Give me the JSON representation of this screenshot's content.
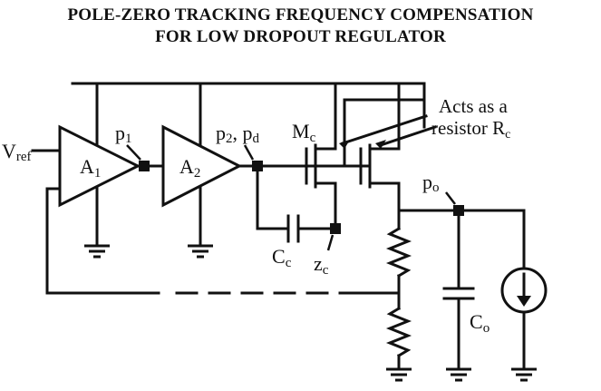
{
  "title": {
    "line1": "POLE-ZERO TRACKING FREQUENCY COMPENSATION",
    "line2": "FOR LOW DROPOUT REGULATOR"
  },
  "labels": {
    "vref": "V",
    "vref_sub": "ref",
    "a1": "A",
    "a1_sub": "1",
    "a2": "A",
    "a2_sub": "2",
    "p1": "p",
    "p1_sub": "1",
    "p2": "p",
    "p2_sub": "2",
    "pd_sep": ", ",
    "pd": "p",
    "pd_sub": "d",
    "mc": "M",
    "mc_sub": "c",
    "acts_line1": "Acts as a",
    "acts_line2": "resistor R",
    "acts_sub": "c",
    "cc": "C",
    "cc_sub": "c",
    "zc": "z",
    "zc_sub": "c",
    "po": "p",
    "po_sub": "o",
    "co": "C",
    "co_sub": "o"
  },
  "colors": {
    "ink": "#111111",
    "background": "#ffffff"
  }
}
